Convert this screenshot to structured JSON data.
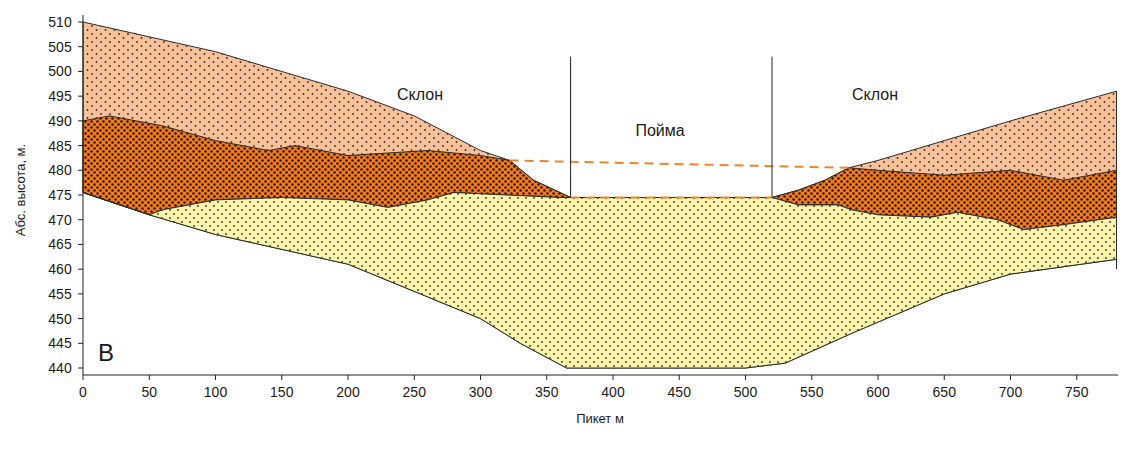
{
  "diagram": {
    "labels": [
      "Склон",
      "Пойма",
      "Склон",
      "В",
      "510",
      "505",
      "500",
      "495",
      "490",
      "485",
      "480",
      "475",
      "470",
      "465",
      "460",
      "455",
      "450",
      "445",
      "440",
      "0",
      "50",
      "100",
      "150",
      "200",
      "250",
      "300",
      "350",
      "400",
      "450",
      "500",
      "550",
      "600",
      "650",
      "700",
      "750",
      "Абс. высота, м.",
      "Пикет м"
    ]
  }
}
